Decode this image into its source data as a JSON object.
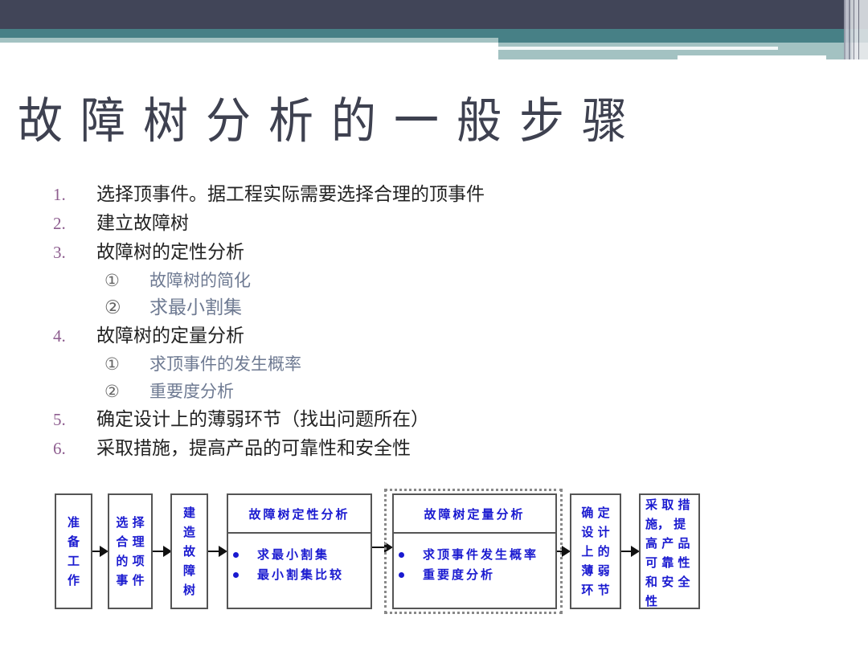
{
  "slide": {
    "title": "故障树分析的一般步骤",
    "colors": {
      "header_dark": "#414558",
      "header_teal": "#478086",
      "accent_light": "#a3c2c2",
      "number_purple": "#8d5d8f",
      "diagram_text": "#1a1ad0"
    }
  },
  "steps": [
    {
      "num": "1.",
      "text": "选择顶事件。据工程实际需要选择合理的顶事件"
    },
    {
      "num": "2.",
      "text": "建立故障树"
    },
    {
      "num": "3.",
      "text": "故障树的定性分析",
      "subs": [
        {
          "num": "①",
          "text": "故障树的简化"
        },
        {
          "num": "②",
          "text": "求最小割集"
        }
      ]
    },
    {
      "num": "4.",
      "text": "故障树的定量分析",
      "subs": [
        {
          "num": "①",
          "text": "求顶事件的发生概率"
        },
        {
          "num": "②",
          "text": "重要度分析"
        }
      ]
    },
    {
      "num": "5.",
      "text": "确定设计上的薄弱环节（找出问题所在）"
    },
    {
      "num": "6.",
      "text": "采取措施，提高产品的可靠性和安全性"
    }
  ],
  "flow": {
    "box1": {
      "lines": [
        "准",
        "备",
        "工",
        "作"
      ]
    },
    "box2": {
      "lines": [
        "选 择",
        "合 理",
        "的 项",
        "事 件"
      ]
    },
    "box3": {
      "lines": [
        "建",
        "造",
        "故",
        "障",
        "树"
      ]
    },
    "box4": {
      "header": "故障树定性分析",
      "items": [
        "求最小割集",
        "最小割集比较"
      ]
    },
    "box5": {
      "header": "故障树定量分析",
      "items": [
        "求顶事件发生概率",
        "重要度分析"
      ]
    },
    "box6": {
      "lines": [
        "确 定",
        "设 计",
        "上 的",
        "薄 弱",
        "环 节"
      ]
    },
    "box7": {
      "lines": [
        "采 取 措",
        "施， 提",
        "高 产 品",
        "可 靠 性",
        "和 安 全",
        "性"
      ]
    }
  }
}
